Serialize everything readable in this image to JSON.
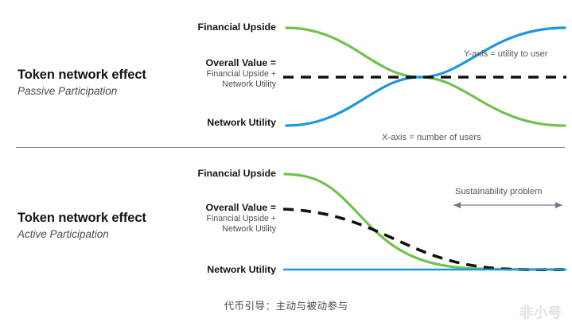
{
  "panels": [
    {
      "id": "passive",
      "title": "Token network effect",
      "subtitle": "Passive Participation",
      "legend": {
        "financial_upside": "Financial Upside",
        "overall_value_line1": "Overall Value =",
        "overall_value_line2": "Financial Upside +",
        "overall_value_line3": "Network Utility",
        "network_utility": "Network Utility"
      },
      "annotations": {
        "y_axis": "Y-axis = utility to user",
        "x_axis": "X-axis = number of users"
      }
    },
    {
      "id": "active",
      "title": "Token network effect",
      "subtitle": "Active Participation",
      "legend": {
        "financial_upside": "Financial Upside",
        "overall_value_line1": "Overall Value =",
        "overall_value_line2": "Financial Upside +",
        "overall_value_line3": "Network Utility",
        "network_utility": "Network Utility"
      },
      "annotations": {
        "sustainability": "Sustainability problem"
      }
    }
  ],
  "caption": "代币引导：主动与被动参与",
  "watermark": "非小号",
  "colors": {
    "financial_upside": "#6FC24B",
    "network_utility": "#1E96DF",
    "overall_value": "#111111",
    "divider": "#8a8a8a",
    "annotation_text": "#555555",
    "title": "#141414",
    "subtitle": "#4a4a4a",
    "background": "#ffffff"
  },
  "chart_data": [
    {
      "type": "line",
      "title": "Token network effect — Passive Participation",
      "xlabel": "X-axis = number of users",
      "ylabel": "Y-axis = utility to user",
      "grid": false,
      "legend_position": "left",
      "xlim": [
        0,
        100
      ],
      "ylim": [
        0,
        100
      ],
      "x": [
        0,
        10,
        20,
        30,
        40,
        50,
        60,
        70,
        80,
        90,
        100
      ],
      "series": [
        {
          "name": "Financial Upside",
          "color": "#6FC24B",
          "style": "solid",
          "values": [
            92,
            91,
            88,
            82,
            70,
            50,
            30,
            18,
            12,
            9,
            8
          ]
        },
        {
          "name": "Network Utility",
          "color": "#1E96DF",
          "style": "solid",
          "values": [
            8,
            9,
            12,
            18,
            30,
            50,
            70,
            82,
            88,
            91,
            92
          ]
        },
        {
          "name": "Overall Value = Financial Upside + Network Utility",
          "color": "#111111",
          "style": "dashed",
          "values": [
            50,
            50,
            50,
            50,
            50,
            50,
            50,
            50,
            50,
            50,
            50
          ]
        }
      ],
      "annotations": [
        {
          "text": "Y-axis = utility to user",
          "x": 62,
          "y": 68
        },
        {
          "text": "X-axis = number of users",
          "x": 40,
          "y": 2
        }
      ]
    },
    {
      "type": "line",
      "title": "Token network effect — Active Participation",
      "xlabel": "",
      "ylabel": "",
      "grid": false,
      "legend_position": "left",
      "xlim": [
        0,
        100
      ],
      "ylim": [
        0,
        100
      ],
      "x": [
        0,
        10,
        20,
        30,
        40,
        50,
        60,
        70,
        80,
        90,
        100
      ],
      "series": [
        {
          "name": "Financial Upside",
          "color": "#6FC24B",
          "style": "solid",
          "values": [
            95,
            94,
            90,
            82,
            68,
            50,
            32,
            18,
            9,
            4,
            2
          ]
        },
        {
          "name": "Network Utility",
          "color": "#1E96DF",
          "style": "solid",
          "values": [
            2,
            2,
            2,
            2,
            2,
            2,
            2,
            2,
            2,
            2,
            2
          ]
        },
        {
          "name": "Overall Value = Financial Upside + Network Utility",
          "color": "#111111",
          "style": "dashed",
          "values": [
            57,
            56,
            54,
            50,
            44,
            36,
            27,
            17,
            9,
            4,
            2
          ]
        }
      ],
      "annotations": [
        {
          "text": "Sustainability problem",
          "x_start": 60,
          "x_end": 100,
          "y": 80,
          "arrow": "double"
        }
      ]
    }
  ]
}
